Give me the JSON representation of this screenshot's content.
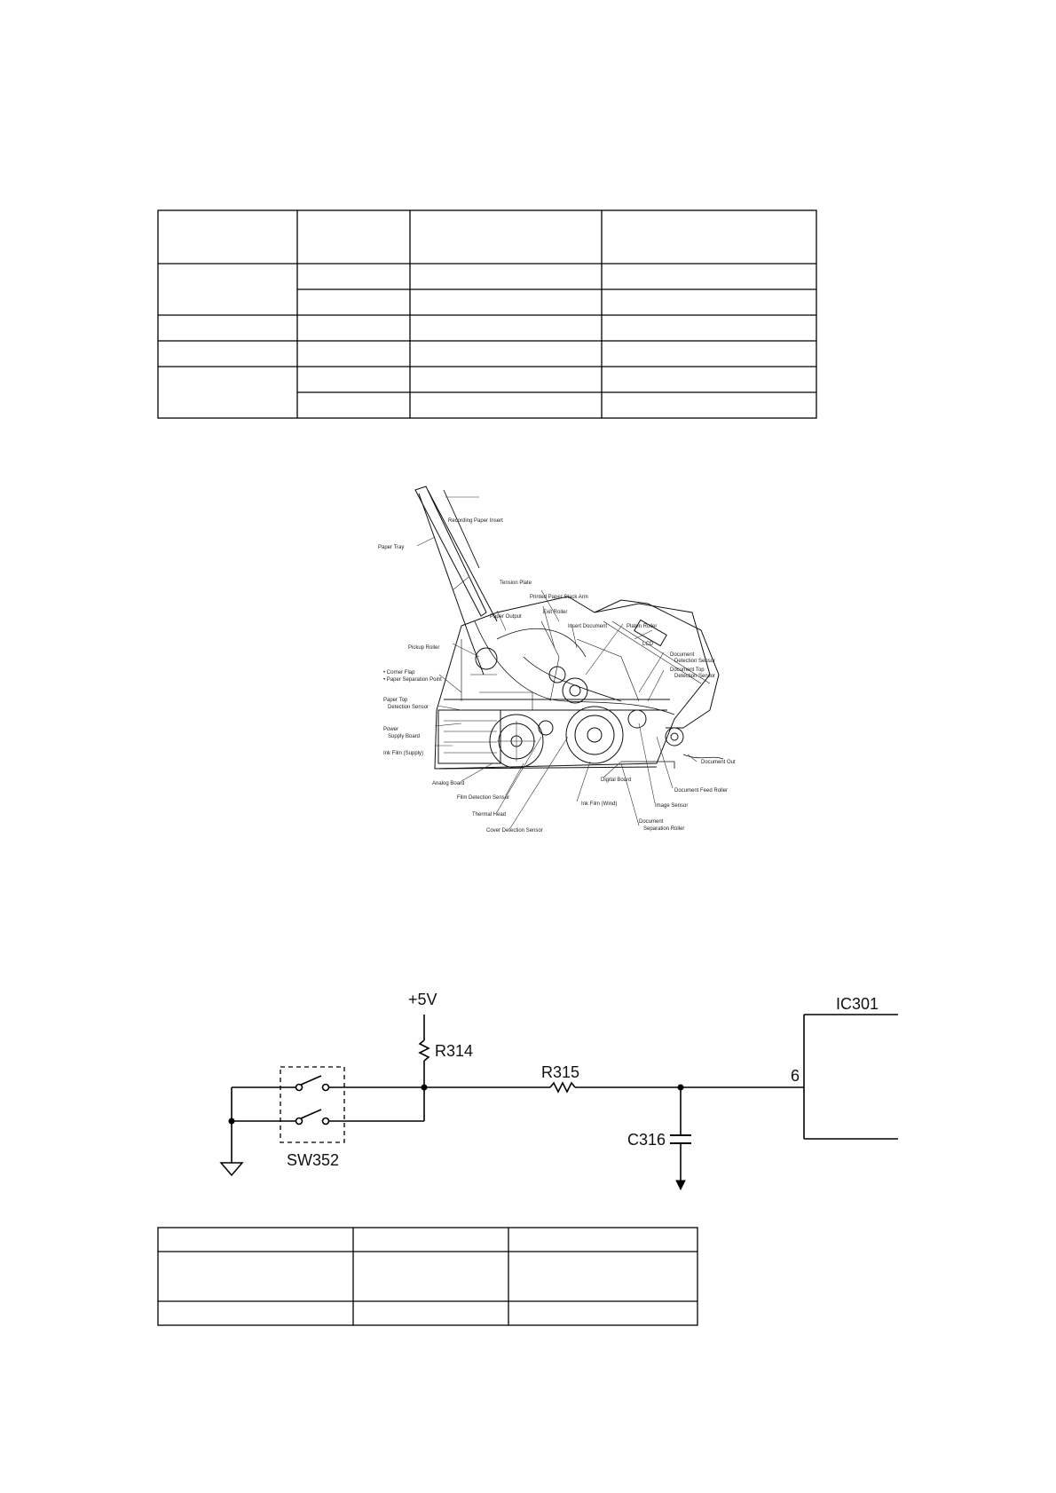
{
  "mechanism_labels": [
    "Recording Paper Insert",
    "Paper Tray",
    "Tension Plate",
    "Printed Paper Stack Arm",
    "Paper Output",
    "Exit Roller",
    "Insert Document",
    "Platen Roller",
    "LCD",
    "Pickup Roller",
    "Document\nDetection Sensor",
    "Document Top\nDetection Sensor",
    "• Corner Flap\n• Paper Separation Point",
    "Paper Top\nDetection Sensor",
    "Power\nSupply Board",
    "Ink Film (Supply)",
    "Document Out",
    "Analog Board",
    "Digital Board",
    "Document Feed Roller",
    "Film Detection Sensor",
    "Ink Film (Wind)",
    "Image Sensor",
    "Thermal Head",
    "Document\nSeparation Roller",
    "Cover Detection Sensor"
  ],
  "circuit": {
    "supply": "+5V",
    "pullup": "R314",
    "series": "R315",
    "switch": "SW352",
    "capacitor": "C316",
    "ic": "IC301",
    "pin": "6"
  }
}
